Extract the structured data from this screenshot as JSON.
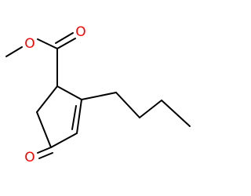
{
  "molecule": {
    "atoms": [
      {
        "id": "o_ester",
        "label": "O",
        "color": "#ff0000"
      },
      {
        "id": "o_carbonyl_ester",
        "label": "O",
        "color": "#ff0000"
      },
      {
        "id": "o_ketone",
        "label": "O",
        "color": "#ff0000"
      }
    ]
  }
}
